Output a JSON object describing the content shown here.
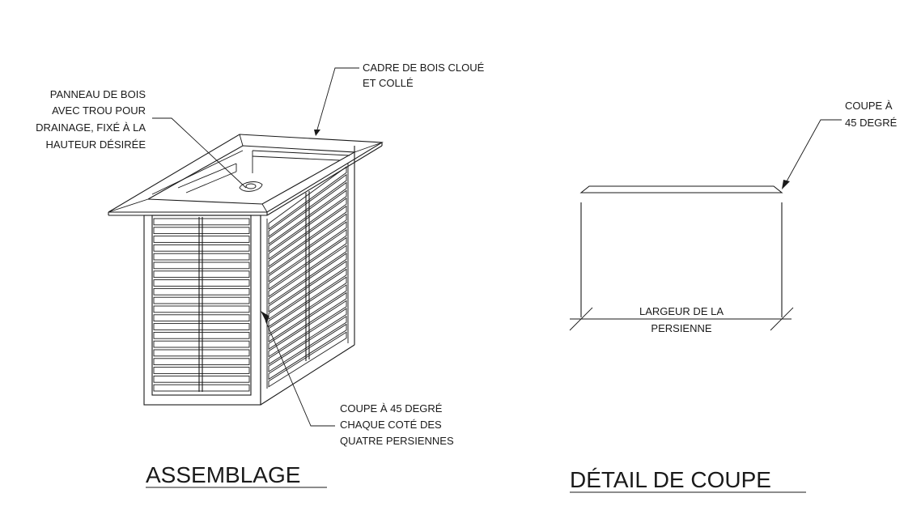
{
  "labels": {
    "cadre": [
      "CADRE DE BOIS CLOUÉ",
      "ET COLLÉ"
    ],
    "panneau": [
      "PANNEAU DE BOIS",
      "AVEC TROU POUR",
      "DRAINAGE, FIXÉ À LA",
      "HAUTEUR DÉSIRÉE"
    ],
    "coupe_assembly": [
      "COUPE À 45 DEGRÉ",
      "CHAQUE COTÉ DES",
      "QUATRE PERSIENNES"
    ],
    "coupe_detail": [
      "COUPE À",
      "45 DEGRÉ"
    ],
    "largeur": [
      "LARGEUR DE LA",
      "PERSIENNE"
    ]
  },
  "titles": {
    "assembly": "ASSEMBLAGE",
    "detail": "DÉTAIL DE COUPE"
  },
  "louvers": {
    "front_count": 20,
    "side_count": 22
  }
}
